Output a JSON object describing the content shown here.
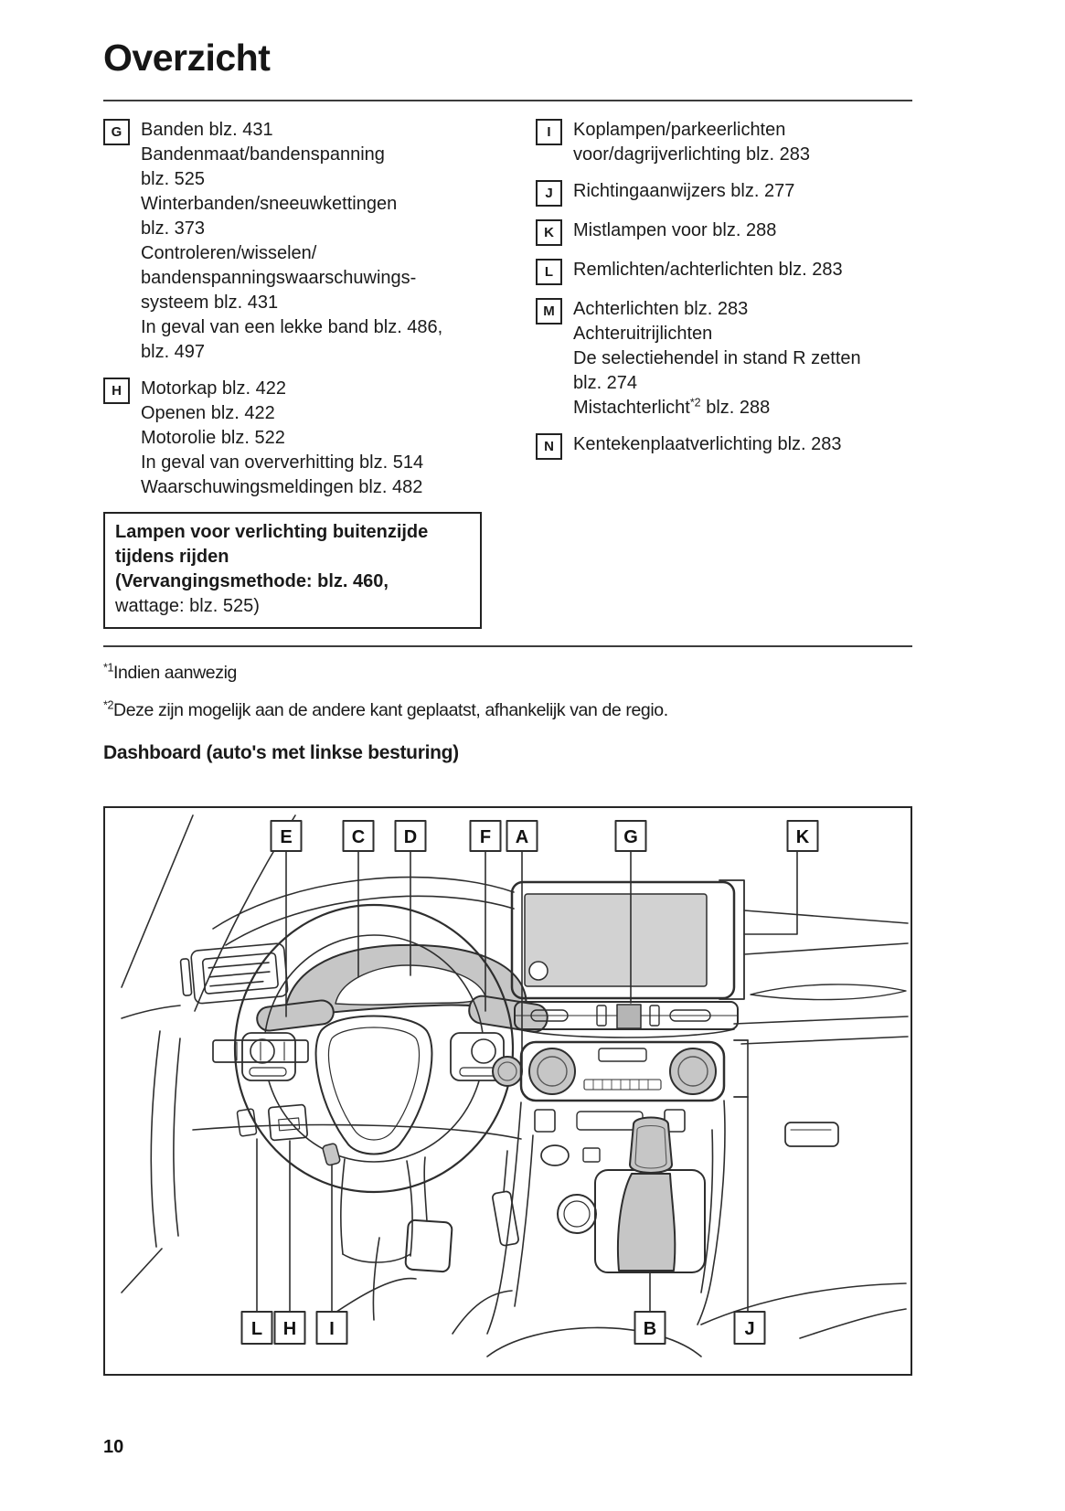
{
  "page": {
    "title": "Overzicht",
    "number": "10"
  },
  "legend_left": [
    {
      "letter": "G",
      "lines": [
        "Banden blz. 431",
        "Bandenmaat/bandenspanning",
        "blz. 525",
        "Winterbanden/sneeuwkettingen",
        "blz. 373",
        "Controleren/wisselen/",
        "bandenspanningswaarschuwings-",
        "systeem blz. 431",
        "In geval van een lekke band blz. 486,",
        "blz. 497"
      ]
    },
    {
      "letter": "H",
      "lines": [
        "Motorkap blz. 422",
        "Openen blz. 422",
        "Motorolie blz. 522",
        "In geval van oververhitting blz. 514",
        "Waarschuwingsmeldingen blz. 482"
      ]
    }
  ],
  "highlight_box": {
    "bold_line_1": "Lampen voor verlichting buitenzijde",
    "bold_line_2": "tijdens rijden",
    "bold_line_3": "(Vervangingsmethode: blz. 460,",
    "normal_line": "wattage: blz. 525)"
  },
  "legend_right": [
    {
      "letter": "I",
      "lines": [
        "Koplampen/parkeerlichten",
        "voor/dagrijverlichting blz. 283"
      ]
    },
    {
      "letter": "J",
      "lines": [
        "Richtingaanwijzers blz. 277"
      ]
    },
    {
      "letter": "K",
      "lines": [
        "Mistlampen voor blz. 288"
      ]
    },
    {
      "letter": "L",
      "lines": [
        "Remlichten/achterlichten blz. 283"
      ]
    },
    {
      "letter": "M",
      "lines": [
        "Achterlichten blz. 283",
        "Achteruitrijlichten",
        "De selectiehendel in stand R zetten",
        "blz. 274"
      ],
      "special_line": {
        "pre": "Mistachterlicht",
        "sup": "*2",
        "post": " blz. 288"
      }
    },
    {
      "letter": "N",
      "lines": [
        "Kentekenplaatverlichting blz. 283"
      ]
    }
  ],
  "footnotes": [
    {
      "sup": "*1",
      "text": "Indien aanwezig"
    },
    {
      "sup": "*2",
      "text": "Deze zijn mogelijk aan de andere kant geplaatst, afhankelijk van de regio."
    }
  ],
  "dashboard_heading": "Dashboard (auto's met linkse besturing)",
  "diagram": {
    "top_labels": [
      "E",
      "C",
      "D",
      "F",
      "A",
      "G",
      "K"
    ],
    "bottom_labels": [
      "L",
      "H",
      "I",
      "B",
      "J"
    ],
    "line_color": "#2e2e2e",
    "shade_color": "#c6c6c6"
  }
}
